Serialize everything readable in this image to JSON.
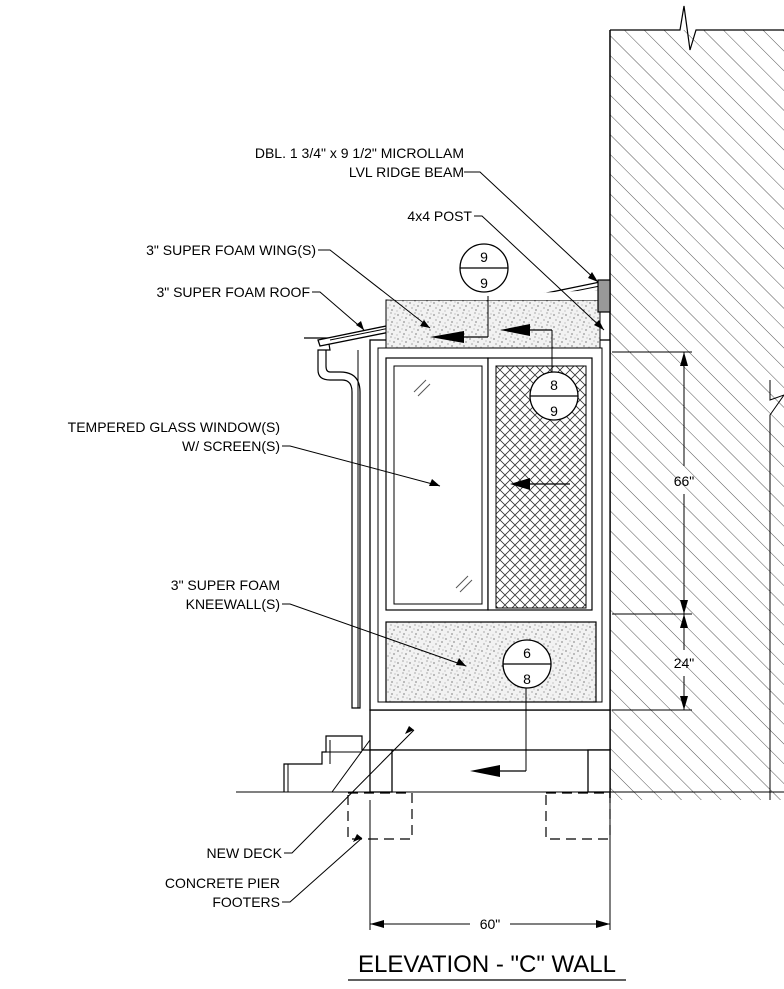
{
  "title": "ELEVATION - \"C\" WALL",
  "labels": {
    "ridge_beam_line1": "DBL. 1 3/4\" x 9 1/2\" MICROLLAM",
    "ridge_beam_line2": "LVL RIDGE BEAM",
    "post": "4x4 POST",
    "wing": "3\" SUPER FOAM WING(S)",
    "roof": "3\" SUPER FOAM ROOF",
    "window_line1": "TEMPERED GLASS WINDOW(S)",
    "window_line2": "W/ SCREEN(S)",
    "kneewall_line1": "3\" SUPER FOAM",
    "kneewall_line2": "KNEEWALL(S)",
    "deck": "NEW DECK",
    "pier_line1": "CONCRETE PIER",
    "pier_line2": "FOOTERS"
  },
  "dimensions": {
    "window_height": "66\"",
    "kneewall_height": "24\"",
    "width": "60\""
  },
  "callouts": [
    {
      "top": "9",
      "bottom": "9"
    },
    {
      "top": "8",
      "bottom": "9"
    },
    {
      "top": "6",
      "bottom": "8"
    }
  ]
}
